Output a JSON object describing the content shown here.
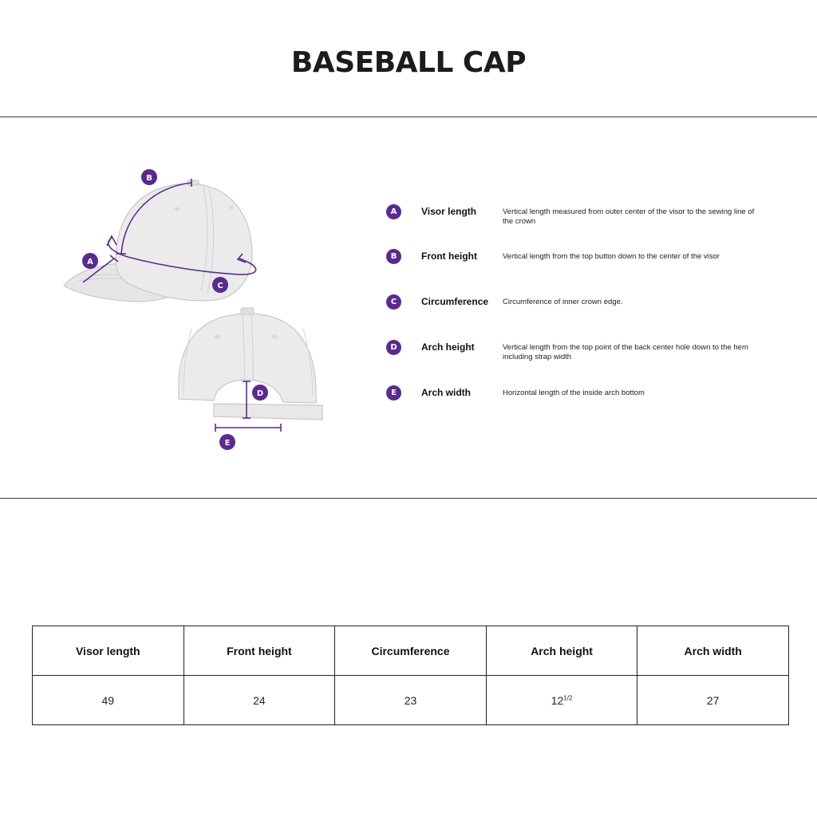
{
  "title": "BASEBALL CAP",
  "accent_color": "#5b2a91",
  "measurements": [
    {
      "key": "A",
      "label": "Visor length",
      "description": "Vertical length measured from outer center of the visor to the sewing line of the crown"
    },
    {
      "key": "B",
      "label": "Front height",
      "description": "Vertical length from the top button down to the center of the visor"
    },
    {
      "key": "C",
      "label": "Circumference",
      "description": "Circumference of inner crown edge."
    },
    {
      "key": "D",
      "label": "Arch height",
      "description": "Vertical length from the top point of the back center hole down to the hem including strap width"
    },
    {
      "key": "E",
      "label": "Arch width",
      "description": "Horizontal length of the inside arch bottom"
    }
  ],
  "table": {
    "headers": [
      "Visor length",
      "Front height",
      "Circumference",
      "Arch height",
      "Arch width"
    ],
    "values": [
      "49",
      "24",
      "23",
      "12",
      "27"
    ],
    "arch_height_fraction": "1/2"
  }
}
